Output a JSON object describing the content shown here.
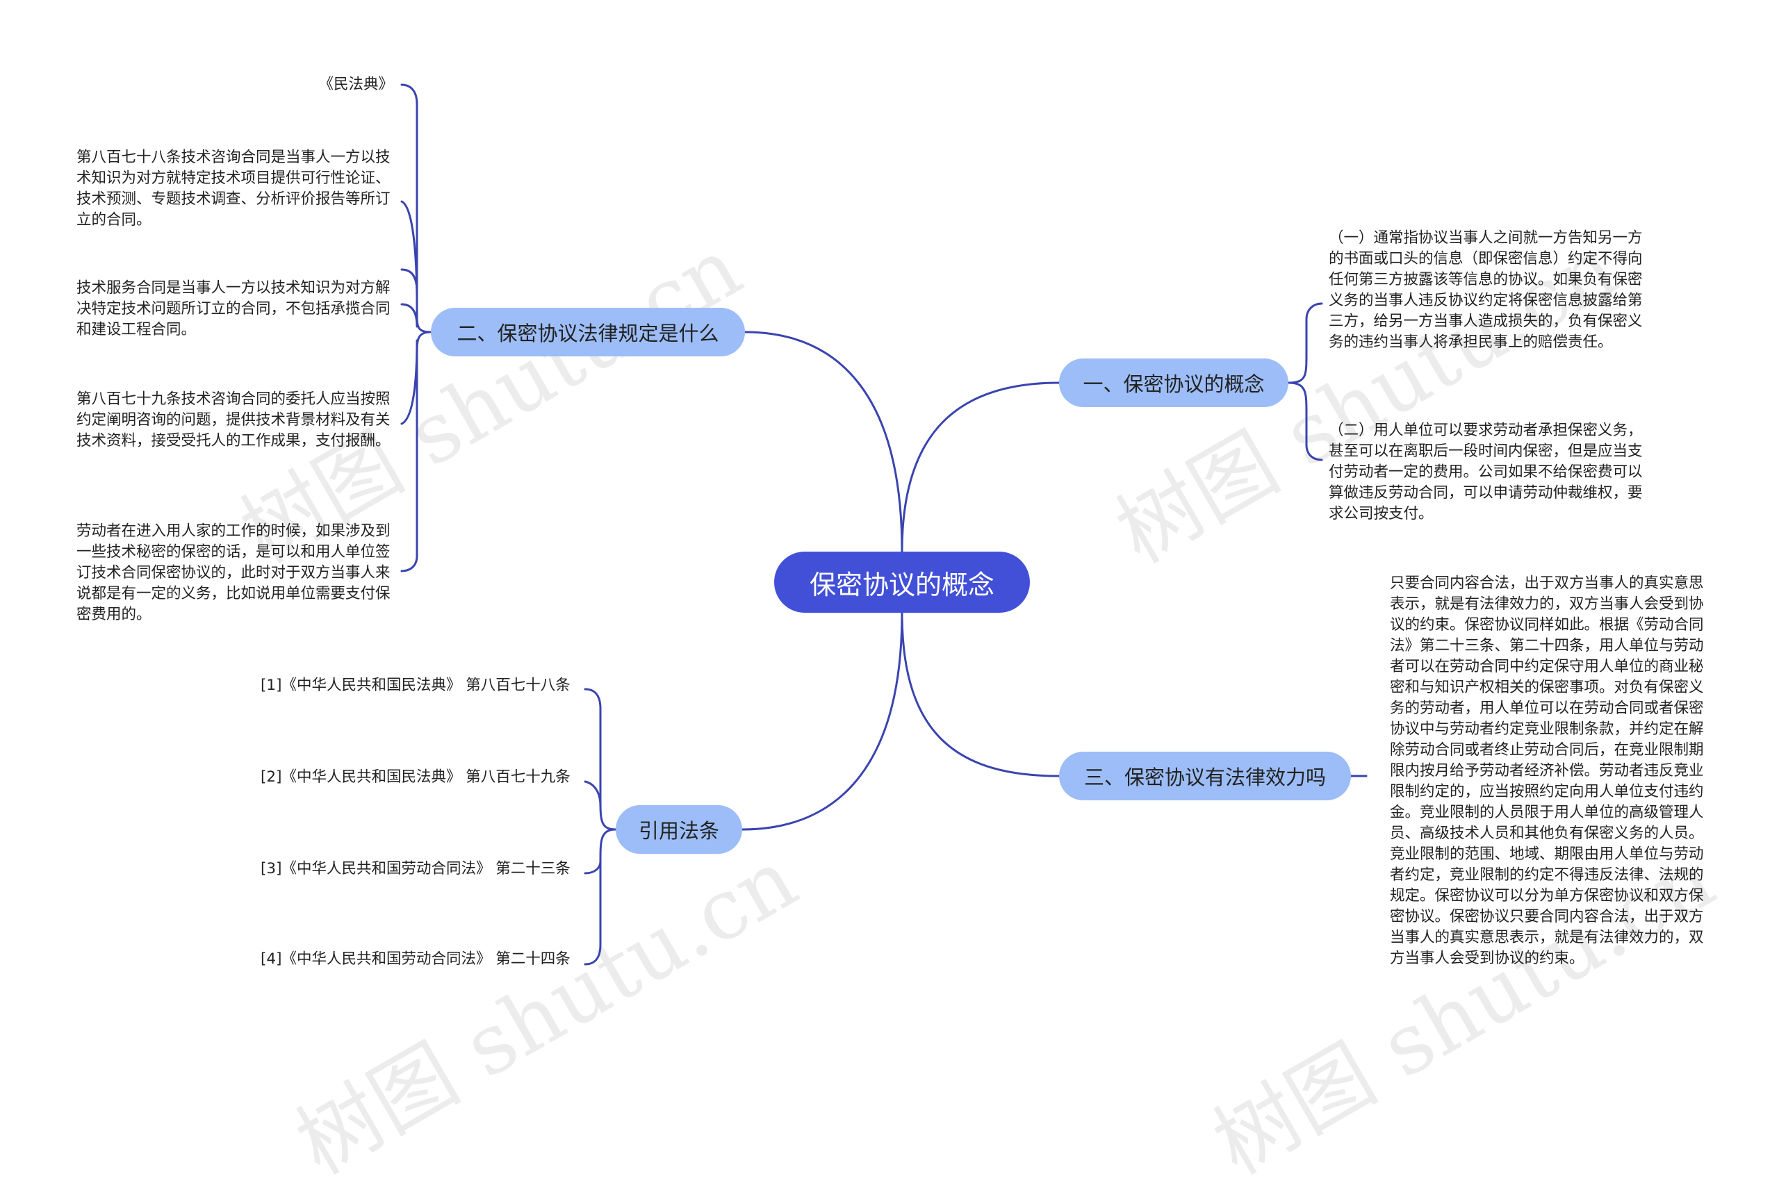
{
  "watermark": "树图 shutu.cn",
  "root": {
    "label": "保密协议的概念"
  },
  "branches": {
    "b2": {
      "label": "二、保密协议法律规定是什么",
      "leaves": [
        "《民法典》",
        "第八百七十八条技术咨询合同是当事人一方以技术知识为对方就特定技术项目提供可行性论证、技术预测、专题技术调查、分析评价报告等所订立的合同。",
        "技术服务合同是当事人一方以技术知识为对方解决特定技术问题所订立的合同，不包括承揽合同和建设工程合同。",
        "第八百七十九条技术咨询合同的委托人应当按照约定阐明咨询的问题，提供技术背景材料及有关技术资料，接受受托人的工作成果，支付报酬。",
        "劳动者在进入用人家的工作的时候，如果涉及到一些技术秘密的保密的话，是可以和用人单位签订技术合同保密协议的，此时对于双方当事人来说都是有一定的义务，比如说用单位需要支付保密费用的。"
      ]
    },
    "cite": {
      "label": "引用法条",
      "leaves": [
        "[1]《中华人民共和国民法典》 第八百七十八条",
        "[2]《中华人民共和国民法典》 第八百七十九条",
        "[3]《中华人民共和国劳动合同法》 第二十三条",
        "[4]《中华人民共和国劳动合同法》 第二十四条"
      ]
    },
    "b1": {
      "label": "一、保密协议的概念",
      "leaves": [
        "（一）通常指协议当事人之间就一方告知另一方的书面或口头的信息（即保密信息）约定不得向任何第三方披露该等信息的协议。如果负有保密义务的当事人违反协议约定将保密信息披露给第三方，给另一方当事人造成损失的，负有保密义务的违约当事人将承担民事上的赔偿责任。",
        "（二）用人单位可以要求劳动者承担保密义务，甚至可以在离职后一段时间内保密，但是应当支付劳动者一定的费用。公司如果不给保密费可以算做违反劳动合同，可以申请劳动仲裁维权，要求公司按支付。"
      ]
    },
    "b3": {
      "label": "三、保密协议有法律效力吗",
      "leaves": [
        "只要合同内容合法，出于双方当事人的真实意思表示，就是有法律效力的，双方当事人会受到协议的约束。保密协议同样如此。根据《劳动合同法》第二十三条、第二十四条，用人单位与劳动者可以在劳动合同中约定保守用人单位的商业秘密和与知识产权相关的保密事项。对负有保密义务的劳动者，用人单位可以在劳动合同或者保密协议中与劳动者约定竞业限制条款，并约定在解除劳动合同或者终止劳动合同后，在竞业限制期限内按月给予劳动者经济补偿。劳动者违反竞业限制约定的，应当按照约定向用人单位支付违约金。竞业限制的人员限于用人单位的高级管理人员、高级技术人员和其他负有保密义务的人员。竞业限制的范围、地域、期限由用人单位与劳动者约定，竞业限制的约定不得违反法律、法规的规定。保密协议可以分为单方保密协议和双方保密协议。保密协议只要合同内容合法，出于双方当事人的真实意思表示，就是有法律效力的，双方当事人会受到协议的约束。"
      ]
    }
  },
  "colors": {
    "root": "#4250d8",
    "branch": "#9cbdf7",
    "line": "#3a44b0"
  }
}
